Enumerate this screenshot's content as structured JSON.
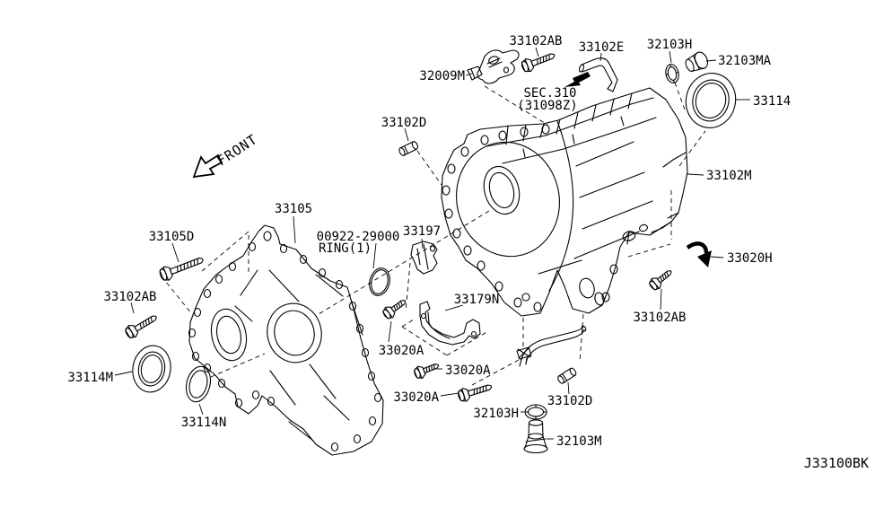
{
  "diagram": {
    "code": "J33100BK",
    "front_label": "FRONT",
    "sec_ref_line1": "SEC.310",
    "sec_ref_line2": "(31098Z)",
    "ring_note_line1": "00922-29000",
    "ring_note_line2": "RING(1)",
    "parts": {
      "p32009M": "32009M",
      "p33102AB": "33102AB",
      "p33102E": "33102E",
      "p32103H": "32103H",
      "p32103MA": "32103MA",
      "p33114": "33114",
      "p33102D": "33102D",
      "p33102M": "33102M",
      "p33105": "33105",
      "p33105D": "33105D",
      "p33197": "33197",
      "p33179N": "33179N",
      "p33020A": "33020A",
      "p33020H": "33020H",
      "p33114M": "33114M",
      "p33114N": "33114N",
      "p32103M": "32103M"
    },
    "colors": {
      "line": "#000000",
      "background": "#ffffff"
    }
  }
}
